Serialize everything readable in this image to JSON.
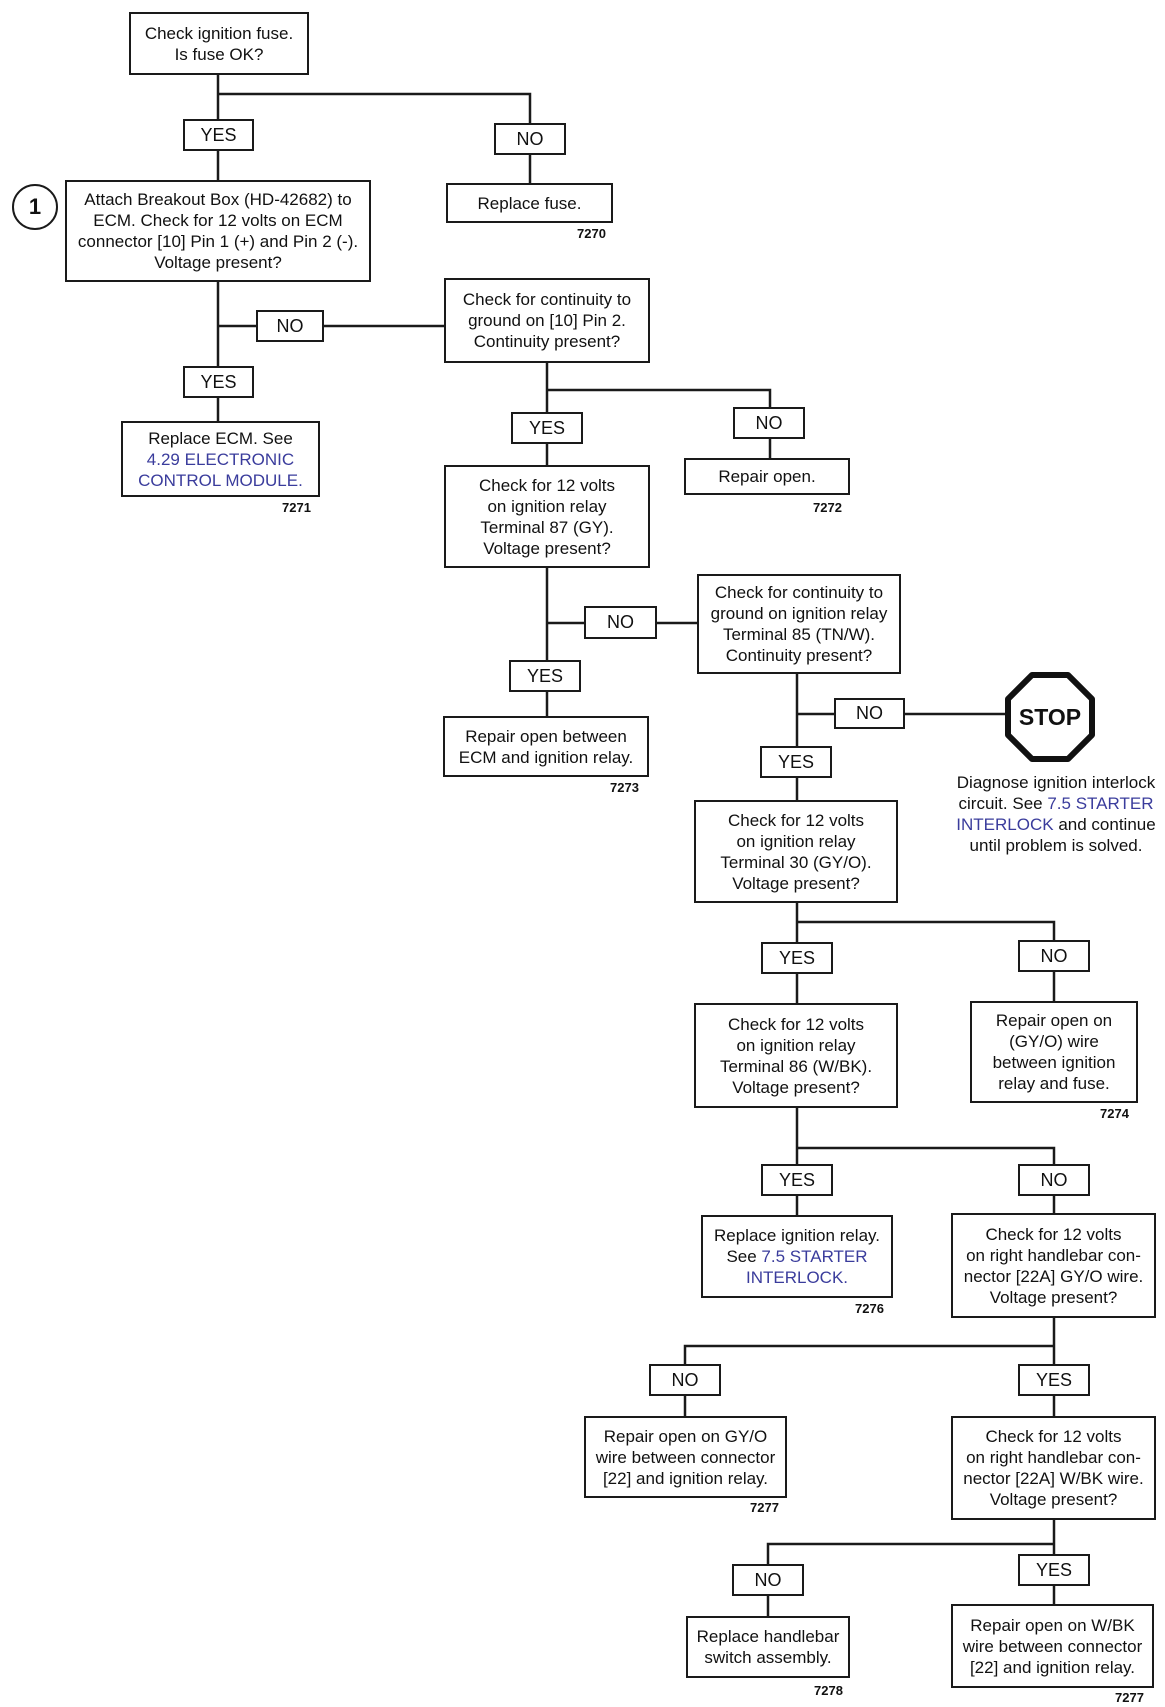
{
  "colors": {
    "line": "#1a1a1a",
    "link": "#3a3c9c",
    "background": "#ffffff"
  },
  "step_marker": "1",
  "nodes": {
    "fuse": "Check ignition fuse.\nIs fuse OK?",
    "replace_fuse": "Replace fuse.",
    "breakout": "Attach Breakout Box (HD-42682) to\nECM. Check for 12 volts on ECM\nconnector [10] Pin 1 (+) and Pin 2 (-).\nVoltage present?",
    "pin2_continuity": "Check for continuity to\nground on [10] Pin 2.\nContinuity present?",
    "replace_ecm": {
      "pre": "Replace ECM. See",
      "link": "4.29 ELECTRONIC\nCONTROL MODULE."
    },
    "repair_open": "Repair open.",
    "t87": "Check for 12 volts\non ignition relay\nTerminal 87 (GY).\nVoltage present?",
    "t85": "Check for continuity to\nground on ignition relay\nTerminal 85 (TN/W).\nContinuity present?",
    "repair_ecm_relay": "Repair open between\nECM and ignition relay.",
    "t30": "Check for 12 volts\non ignition relay\nTerminal 30 (GY/O).\nVoltage present?",
    "repair_gyo_fuse": "Repair open on\n(GY/O) wire\nbetween ignition\nrelay and fuse.",
    "t86": "Check for 12 volts\non ignition relay\nTerminal 86 (W/BK).\nVoltage present?",
    "replace_relay": {
      "pre": "Replace ignition relay.\nSee",
      "link": "7.5 STARTER\nINTERLOCK."
    },
    "c22a_gyo": "Check for 12 volts\non right handlebar con-\nnector [22A] GY/O wire.\nVoltage present?",
    "repair_gyo_22": "Repair open on GY/O\nwire between connector\n[22] and ignition relay.",
    "c22a_wbk": "Check for 12 volts\non right handlebar con-\nnector [22A] W/BK wire.\nVoltage present?",
    "replace_switch": "Replace handlebar\nswitch assembly.",
    "repair_wbk_22": "Repair open on W/BK\nwire between connector\n[22] and ignition relay."
  },
  "labels": {
    "yes": "YES",
    "no": "NO"
  },
  "stop": {
    "sign": "STOP",
    "pre": "Diagnose ignition interlock\ncircuit. See",
    "link": "7.5 STARTER\nINTERLOCK",
    "post": "and continue\nuntil problem is solved."
  },
  "codes": {
    "c7270": "7270",
    "c7271": "7271",
    "c7272": "7272",
    "c7273": "7273",
    "c7274": "7274",
    "c7276": "7276",
    "c7277a": "7277",
    "c7277b": "7277",
    "c7278": "7278"
  }
}
